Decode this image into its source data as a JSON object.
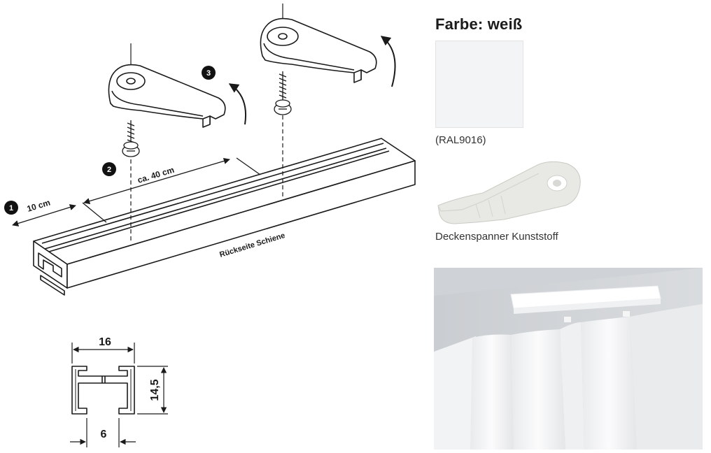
{
  "color_heading": "Farbe: weiß",
  "swatch_color": "#f3f4f5",
  "color_code": "(RAL9016)",
  "clip_caption": "Deckenspanner Kunststoff",
  "steps": [
    "1",
    "2",
    "3"
  ],
  "dimensions": {
    "edge_distance": "10 cm",
    "spacing": "ca. 40 cm",
    "rail_back_label": "Rückseite Schiene",
    "profile_width": "16",
    "profile_height": "14,5",
    "profile_slot": "6"
  },
  "colors": {
    "line": "#1a1a1a",
    "rail_fill": "#ffffff",
    "step_badge": "#111111",
    "wall": "#d6d9dc",
    "curtain": "#f4f5f6"
  }
}
